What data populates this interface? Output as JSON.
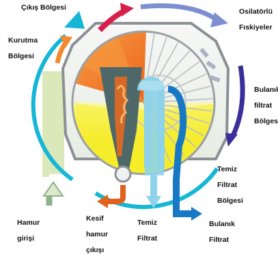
{
  "labels": {
    "exit_zone": "Çıkış Bölgesi",
    "oscillating_nozzles": [
      "Osilatörlü",
      "Fıskiyeler"
    ],
    "drying_zone": [
      "Kurutma",
      "Bölgesi"
    ],
    "cloudy_filtrate_zone": [
      "Bulanık",
      "filtrat",
      "Bölgesi"
    ],
    "clean_filtrate_zone": [
      "Temiz",
      "Filtrat",
      "Bölgesi"
    ],
    "paste_inlet": [
      "Hamur",
      "girişi"
    ],
    "thick_paste_exit": [
      "Kesif",
      "hamur",
      "çıkışı"
    ],
    "clean_filtrate": [
      "Temiz",
      "Filtrat"
    ],
    "cloudy_filtrate": [
      "Bulanık",
      "Filtrat"
    ]
  },
  "colors": {
    "exit_arrow": "#d81e4a",
    "oscillator_arrow": "#7f8ed0",
    "drying_arrow": "#f28a30",
    "cloudy_arrow": "#3a2f9a",
    "cycle_ring": "#16b7d6",
    "slurry": "#f3ea2a",
    "cake": "#f06a1c",
    "body_frame": "#8c9095",
    "inlet_hopper": "#dbe8b9",
    "outlet_pipe": "#8fd3ea",
    "cloudy_pipe": "#1778c6"
  }
}
